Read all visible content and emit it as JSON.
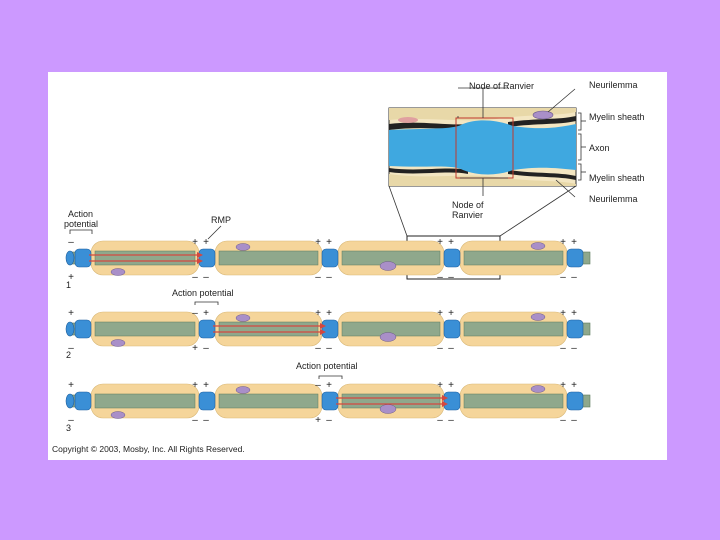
{
  "labels": {
    "node_of_ranvier_top": "Node of Ranvier",
    "neurilemma_top": "Neurilemma",
    "myelin_sheath_top": "Myelin sheath",
    "axon": "Axon",
    "myelin_sheath_bottom": "Myelin sheath",
    "neurilemma_bottom": "Neurilemma",
    "node_of_ranvier_bottom_line1": "Node of",
    "node_of_ranvier_bottom_line2": "Ranvier",
    "action_potential_1_line1": "Action",
    "action_potential_1_line2": "potential",
    "rmp": "RMP",
    "action_potential_2": "Action potential",
    "action_potential_3": "Action potential"
  },
  "rows": [
    {
      "number": "1"
    },
    {
      "number": "2"
    },
    {
      "number": "3"
    }
  ],
  "signs": {
    "plus": "+",
    "minus": "–"
  },
  "copyright": "Copyright © 2003, Mosby, Inc. All Rights Reserved.",
  "colors": {
    "background": "#cc99ff",
    "axon": "#8fa88c",
    "myelin": "#f5d59a",
    "node": "#3a8fd6",
    "arrow": "#d4473f"
  }
}
